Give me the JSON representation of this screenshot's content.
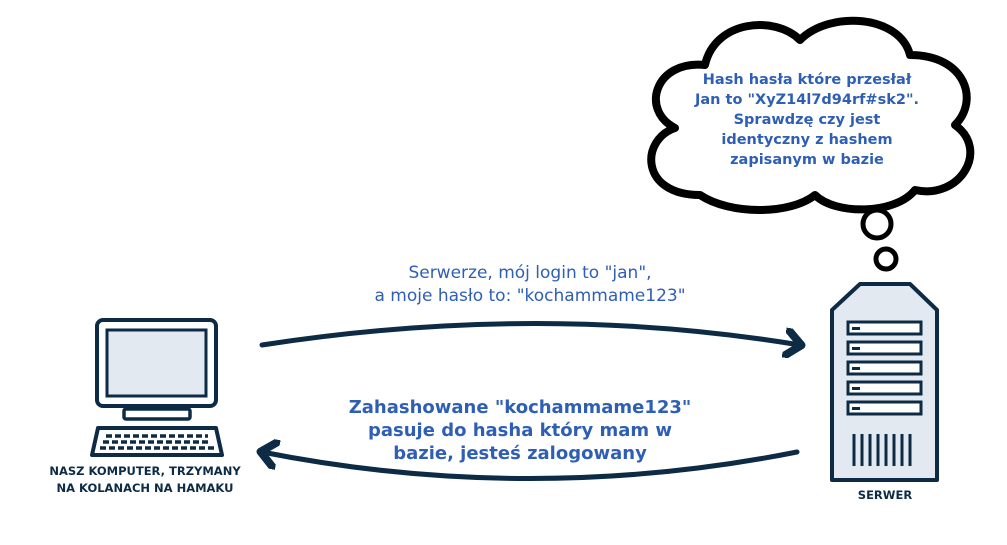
{
  "thought_bubble": {
    "text": "Hash hasła które przesłał\nJan to \"XyZ14l7d94rf#sk2\".\nSprawdzę czy jest\nidentyczny z hashem\nzapisanym w bazie"
  },
  "request_message": "Serwerze, mój login to \"jan\",\na moje hasło to: \"kochammame123\"",
  "response_message": "Zahashowane \"kochammame123\"\npasuje do hasha który mam w\nbazie, jesteś zalogowany",
  "computer": {
    "caption": "NASZ KOMPUTER, TRZYMANY\nNA KOLANACH NA HAMAKU",
    "icon": "desktop-computer-icon"
  },
  "server": {
    "caption": "SERWER",
    "icon": "server-tower-icon"
  },
  "colors": {
    "text_blue": "#2e5fb5",
    "dark_navy": "#0d2b45",
    "server_fill": "#e3e9f0",
    "outline_black": "#000000"
  }
}
